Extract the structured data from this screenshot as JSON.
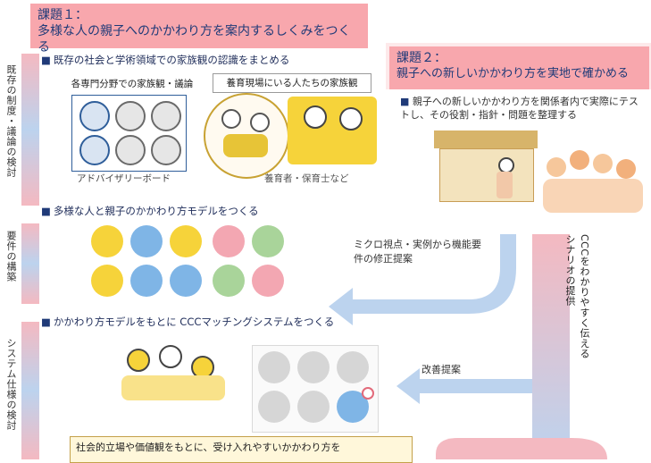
{
  "task1": {
    "heading": "課題１：",
    "title": "多様な人の親子へのかかわり方を案内するしくみをつくる"
  },
  "task2": {
    "heading": "課題２：",
    "title": "親子への新しいかかわり方を実地で確かめる",
    "bullet": "親子への新しいかかわり方を関係者内で実際にテストし、その役割・指針・問題を整理する"
  },
  "side_labels": {
    "existing_system": "既存の制度・議論の検討",
    "requirements": "要件の構築",
    "system_spec": "システム仕様の検討"
  },
  "section1": {
    "bullet": "既存の社会と学術領域での家族観の認識をまとめる",
    "box_experts": "各専門分野での家族観・議論",
    "box_caregivers": "養育現場にいる人たちの家族観",
    "advisory_label": "アドバイザリーボード",
    "caregivers_label": "養育者・保育士など"
  },
  "section2": {
    "bullet": "多様な人と親子のかかわり方モデルをつくる",
    "feedback_label": "ミクロ視点・実例から機能要件の修正提案"
  },
  "section3": {
    "bullet": "かかわり方モデルをもとに CCCマッチングシステムをつくる",
    "improvement_label": "改善提案",
    "note": "社会的立場や価値観をもとに、受け入れやすいかかわり方を"
  },
  "vertical_right_label": "CCCをわかりやすく伝えるシナリオの提供",
  "colors": {
    "task_box": "#f8a7ad",
    "arrow_blue": "#b9d3ee",
    "arrow_pink": "#f4b9c1",
    "accent_yellow": "#e7c437",
    "navy": "#1f3a78"
  }
}
